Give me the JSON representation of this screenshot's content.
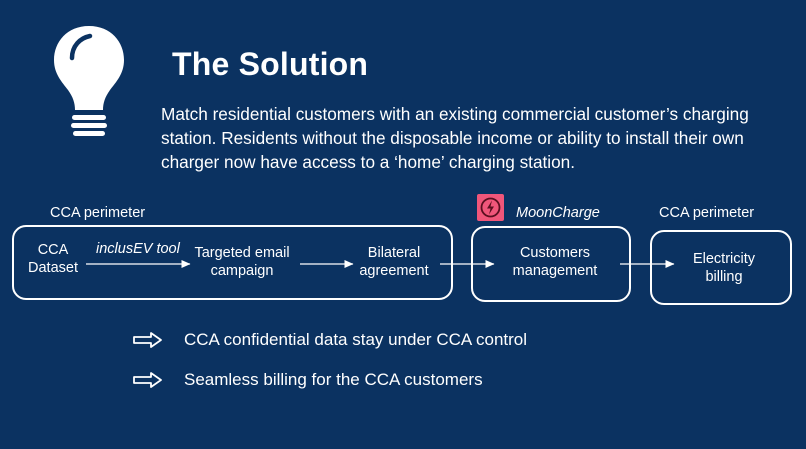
{
  "slide": {
    "title": "The Solution",
    "description": "Match residential customers with an existing commercial customer’s charging station. Residents without the disposable income or ability to install their own charger now have access to a ‘home’ charging station."
  },
  "diagram": {
    "left_perimeter_label": "CCA perimeter",
    "right_perimeter_label": "CCA perimeter",
    "brand_label": "MoonCharge",
    "tool_label": "inclusEV tool",
    "nodes": {
      "dataset": [
        "CCA",
        "Dataset"
      ],
      "email": [
        "Targeted email",
        "campaign"
      ],
      "agreement": [
        "Bilateral",
        "agreement"
      ],
      "customers": [
        "Customers",
        "management"
      ],
      "billing": [
        "Electricity",
        "billing"
      ]
    }
  },
  "bullets": [
    "CCA confidential data stay under CCA control",
    "Seamless billing for the CCA customers"
  ],
  "colors": {
    "background": "#0b3261",
    "foreground": "#ffffff",
    "brand_logo": "#f0567a"
  },
  "icons": {
    "header": "lightbulb-icon",
    "brand": "mooncharge-logo-icon",
    "bullet": "outline-arrow-right-icon"
  }
}
